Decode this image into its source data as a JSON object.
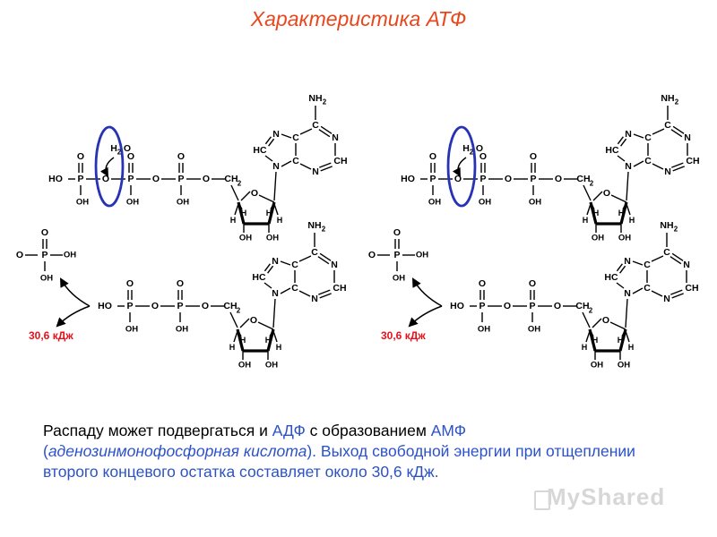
{
  "title": "Характеристика АТФ",
  "energy_label": "30,6 кДж",
  "atoms": {
    "HO": "HO",
    "O": "O",
    "P": "P",
    "OH": "OH",
    "H": "H",
    "C": "C",
    "N": "N",
    "HC": "HC",
    "CH": "CH",
    "CH2": "CH",
    "sub2": "2",
    "NH2": "NH",
    "H2O": "H",
    "H2O_O": "O"
  },
  "caption": {
    "p1": "Распаду может подвергаться и ",
    "adf": "АДФ",
    "p2": " с образованием ",
    "amf": "АМФ",
    "p3": "(",
    "amf_full": "аденозинмонофосфорная кислота",
    "p4": "). Выход свободной энергии при отщеплении второго концевого остатка составляет около 30,6 кДж."
  },
  "watermark": "MyShared",
  "colors": {
    "title": "#e8471c",
    "energy": "#e8101b",
    "ellipse": "#2832b4",
    "highlight": "#2c52c7"
  }
}
